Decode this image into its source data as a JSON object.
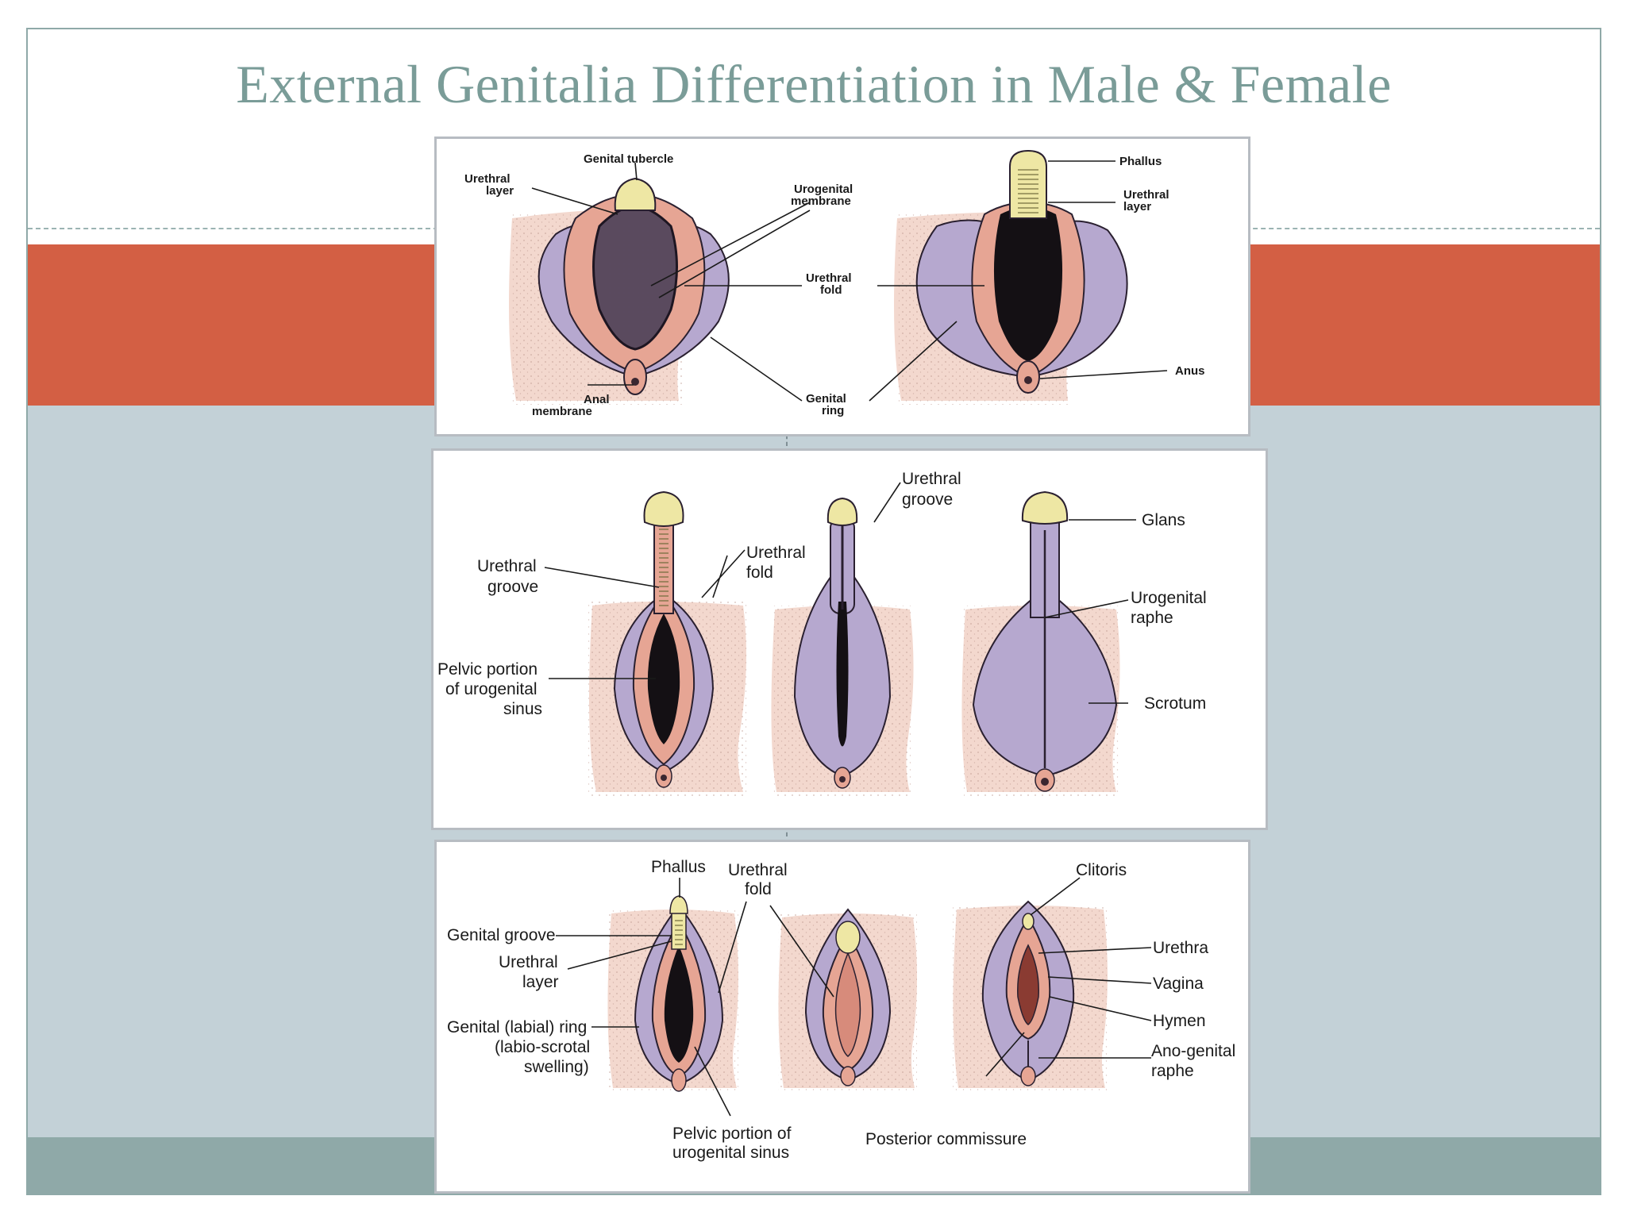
{
  "slide": {
    "title": "External Genitalia Differentiation in Male & Female"
  },
  "colors": {
    "title": "#7a9c98",
    "red_band": "#d35f44",
    "gray_band": "#c3d1d7",
    "teal_band": "#8fa9a8",
    "skin": "#f1d3c8",
    "purple": "#b6a8cf",
    "pink": "#e7a592",
    "glans": "#eee7a4"
  },
  "panel_top": {
    "labels": {
      "genital_tubercle": "Genital tubercle",
      "urethral_layer_1": "Urethral",
      "urethral_layer_2": "layer",
      "urogenital_membrane_1": "Urogenital",
      "urogenital_membrane_2": "membrane",
      "urethral_fold_1": "Urethral",
      "urethral_fold_2": "fold",
      "anal_membrane_1": "Anal",
      "anal_membrane_2": "membrane",
      "genital_ring_1": "Genital",
      "genital_ring_2": "ring",
      "phallus": "Phallus",
      "urethral_layer_r1": "Urethral",
      "urethral_layer_r2": "layer",
      "anus": "Anus"
    }
  },
  "panel_mid": {
    "labels": {
      "urethral_groove_l1": "Urethral",
      "urethral_groove_l2": "groove",
      "urethral_fold_1": "Urethral",
      "urethral_fold_2": "fold",
      "pelvic_1": "Pelvic portion",
      "pelvic_2": "of urogenital",
      "pelvic_3": "sinus",
      "urethral_groove_t1": "Urethral",
      "urethral_groove_t2": "groove",
      "glans": "Glans",
      "urogenital_raphe_1": "Urogenital",
      "urogenital_raphe_2": "raphe",
      "scrotum": "Scrotum"
    }
  },
  "panel_bot": {
    "labels": {
      "phallus": "Phallus",
      "urethral_fold_1": "Urethral",
      "urethral_fold_2": "fold",
      "genital_groove": "Genital groove",
      "urethral_layer_1": "Urethral",
      "urethral_layer_2": "layer",
      "labial_ring_1": "Genital (labial) ring",
      "labial_ring_2": "(labio-scrotal",
      "labial_ring_3": "swelling)",
      "pelvic_1": "Pelvic portion of",
      "pelvic_2": "urogenital sinus",
      "posterior_commissure": "Posterior commissure",
      "clitoris": "Clitoris",
      "urethra": "Urethra",
      "vagina": "Vagina",
      "hymen": "Hymen",
      "anogenital_1": "Ano-genital",
      "anogenital_2": "raphe"
    }
  }
}
